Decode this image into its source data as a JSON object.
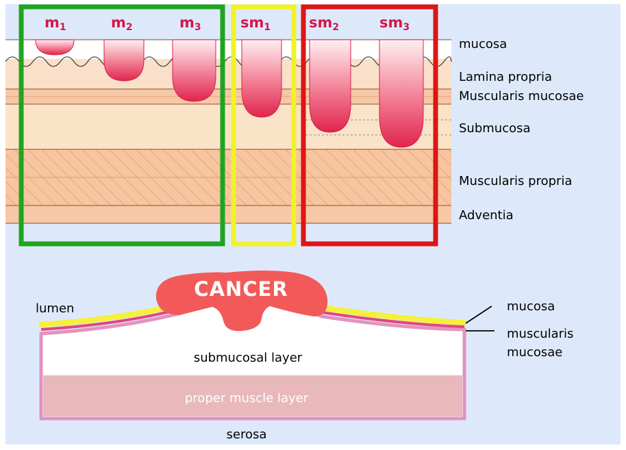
{
  "top_diagram": {
    "depth_tags": [
      {
        "base": "m",
        "sub": "1"
      },
      {
        "base": "m",
        "sub": "2"
      },
      {
        "base": "m",
        "sub": "3"
      },
      {
        "base": "sm",
        "sub": "1"
      },
      {
        "base": "sm",
        "sub": "2"
      },
      {
        "base": "sm",
        "sub": "3"
      }
    ],
    "layer_labels": {
      "mucosa": "mucosa",
      "lamina_propria": "Lamina propria",
      "muscularis_mucosae": "Muscularis mucosae",
      "submucosa": "Submucosa",
      "muscularis_propria": "Muscularis propria",
      "adventia": "Adventia"
    },
    "group_box_colors": {
      "green": "#1fa51f",
      "yellow": "#f2f22a",
      "red": "#dd1515"
    }
  },
  "bottom_diagram": {
    "cancer_label": "CANCER",
    "lumen": "lumen",
    "mucosa": "mucosa",
    "muscularis_line1": "muscularis",
    "muscularis_line2": "mucosae",
    "submucosal_layer": "submucosal layer",
    "proper_muscle_layer": "proper muscle layer",
    "serosa": "serosa"
  },
  "colors": {
    "background_panel": "#dde9fb",
    "cancer": "#f25a5a",
    "mucosa_yellow": "#f5f03a",
    "muscularis_pink": "#e3457d",
    "wall_outline": "#e392c0",
    "proper_muscle": "#e8b8bb"
  }
}
